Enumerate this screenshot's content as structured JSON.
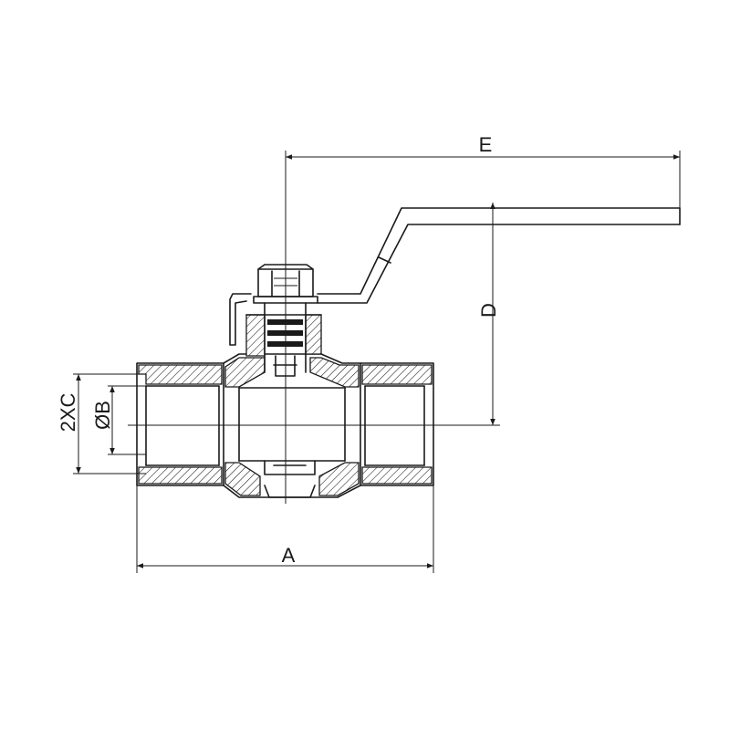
{
  "labels": {
    "A": "A",
    "B": "ØB",
    "C": "2XC",
    "D": "D",
    "E": "E"
  },
  "colors": {
    "line": "#1a1a1a",
    "background": "#ffffff"
  }
}
